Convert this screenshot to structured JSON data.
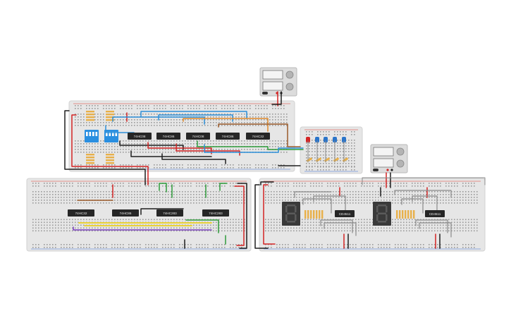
{
  "canvas": {
    "background": "#ffffff"
  },
  "colors": {
    "breadboard": "#e6e6e6",
    "breadboard_edge": "#d2d2d2",
    "hole": "#9a9a9a",
    "rail_red": "#e0392b",
    "rail_blue": "#3b6fd6",
    "chip": "#262626",
    "chip_label": "#e8e8e8",
    "wire_black": "#1e1e1e",
    "wire_red": "#d32323",
    "wire_blue": "#2d8fd8",
    "wire_green": "#2e9c3a",
    "wire_yellow": "#e9d23a",
    "wire_purple": "#7a3fc0",
    "wire_orange": "#e08a2b",
    "wire_brown": "#9a5a2a",
    "wire_gray": "#8a8a8a",
    "resistor": "#e8b04a",
    "dip_switch": "#2a8fe0",
    "led": "#2a74c9",
    "seven_segment_body": "#3a3a3a",
    "power_supply": "#dcdcdc"
  },
  "chips": {
    "top": [
      "74HC08",
      "74HC86",
      "74HC08",
      "74HC86",
      "74HC32"
    ],
    "left": [
      "74HC32",
      "74HC86",
      "74HC283",
      "74HC283"
    ],
    "right": [
      "CD4511",
      "CD4511"
    ]
  },
  "icons": [
    "dip-switch-icon",
    "led-icon",
    "resistor-icon",
    "seven-segment-display-icon",
    "power-supply-icon",
    "knob-icon"
  ]
}
